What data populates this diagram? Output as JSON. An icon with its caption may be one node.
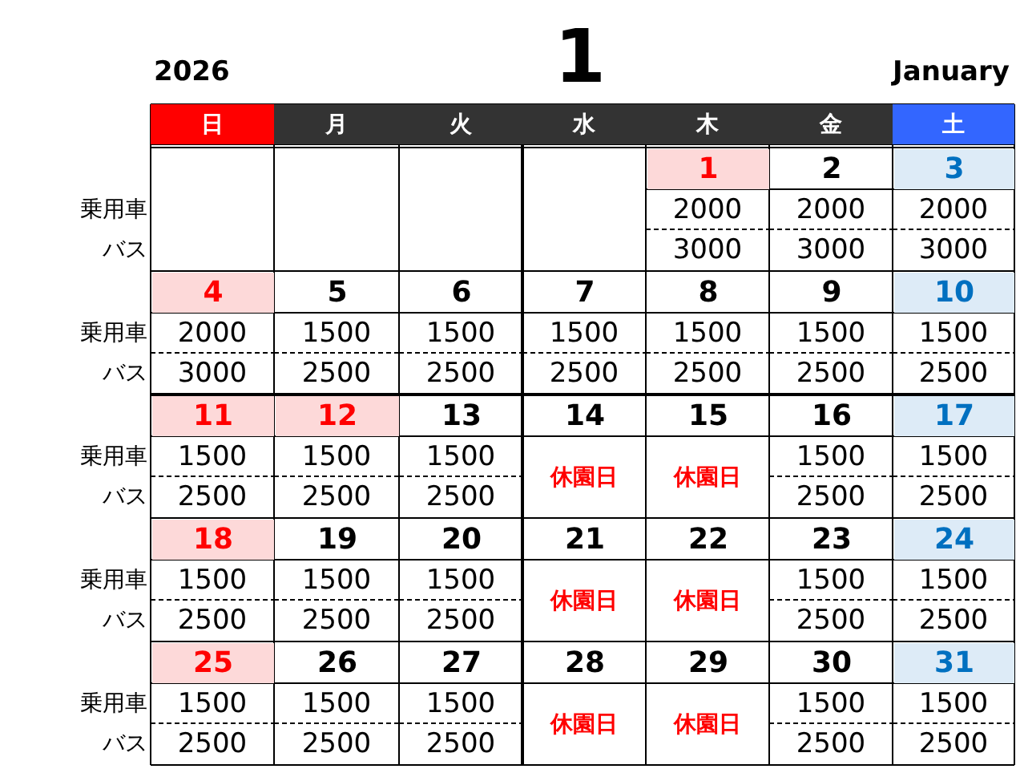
{
  "diagram": {
    "labels": [
      "2026",
      "1",
      "January",
      "日",
      "月",
      "火",
      "水",
      "木",
      "金",
      "土",
      "1",
      "2",
      "3",
      "乗用車",
      "2000",
      "2000",
      "2000",
      "バス",
      "3000",
      "3000",
      "3000",
      "4",
      "5",
      "6",
      "7",
      "8",
      "9",
      "10",
      "乗用車",
      "2000",
      "1500",
      "1500",
      "1500",
      "1500",
      "1500",
      "1500",
      "バス",
      "3000",
      "2500",
      "2500",
      "2500",
      "2500",
      "2500",
      "2500",
      "11",
      "12",
      "13",
      "14",
      "15",
      "16",
      "17",
      "乗用車",
      "1500",
      "1500",
      "1500",
      "休園日",
      "休園日",
      "1500",
      "1500",
      "バス",
      "2500",
      "2500",
      "2500",
      "2500",
      "2500",
      "18",
      "19",
      "20",
      "21",
      "22",
      "23",
      "24",
      "乗用車",
      "1500",
      "1500",
      "1500",
      "休園日",
      "休園日",
      "1500",
      "1500",
      "バス",
      "2500",
      "2500",
      "2500",
      "2500",
      "2500",
      "25",
      "26",
      "27",
      "28",
      "29",
      "30",
      "31",
      "乗用車",
      "1500",
      "1500",
      "1500",
      "休園日",
      "休園日",
      "1500",
      "1500",
      "バス",
      "2500",
      "2500",
      "2500",
      "2500",
      "2500"
    ]
  }
}
